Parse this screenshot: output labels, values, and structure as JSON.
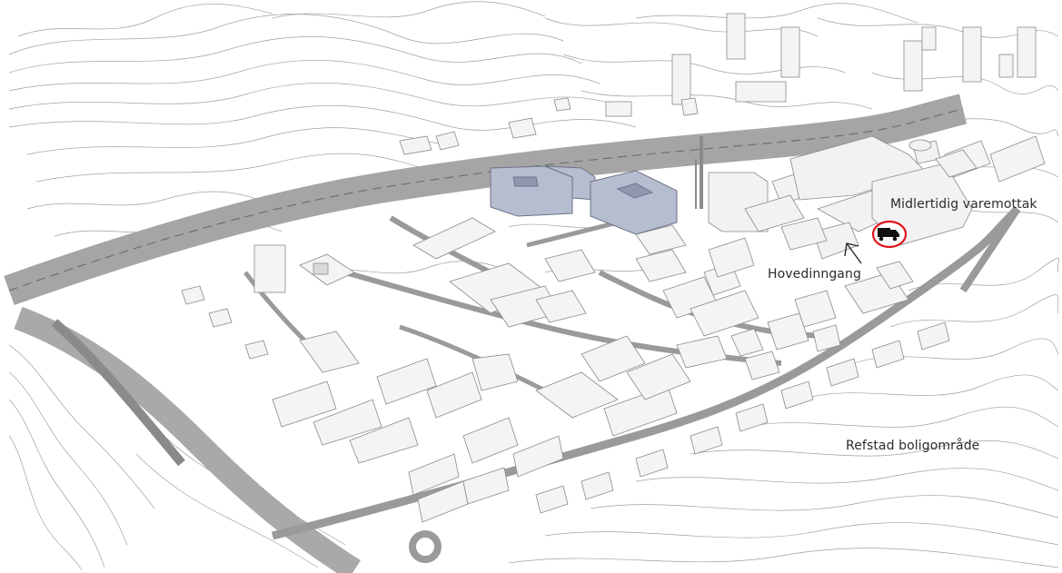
{
  "map": {
    "labels": {
      "delivery": "Midlertidig varemottak",
      "entrance": "Hovedinngang",
      "residential": "Refstad boligområde"
    },
    "markers": {
      "delivery_icon": "truck-icon",
      "delivery_ring_color": "#e0141b",
      "entrance_arrow": "arrow-icon"
    },
    "colors": {
      "highlight_buildings": "#b7bdd0",
      "buildings": "#f4f4f4",
      "roads": "#9a9a9a",
      "contours": "#8c8c8c"
    }
  }
}
